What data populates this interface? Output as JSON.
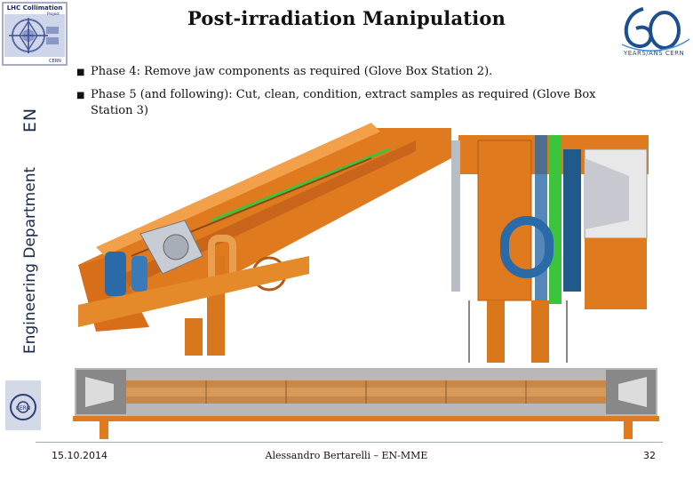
{
  "header": {
    "title": "Post-irradiation Manipulation",
    "lhc_logo": {
      "line1": "LHC Collimation",
      "line2": "Project",
      "line3": "CERN"
    },
    "anniversary_logo": {
      "caption": "YEARS/ANS CERN"
    }
  },
  "sidebar": {
    "abbrev": "EN",
    "department": "Engineering Department",
    "cern_logo_text": "CERN"
  },
  "bullets": [
    {
      "label": "Phase 4:",
      "text": "Remove jaw components as required (Glove Box Station 2)."
    },
    {
      "label": "Phase 5 (and following):",
      "text": "Cut, clean, condition, extract samples as required (Glove Box",
      "continuation": "Station 3)"
    }
  ],
  "images": {
    "left": "jaw-assembly-cad-render",
    "right": "glove-box-station-cad-render",
    "bottom": "collimator-jaw-side-view"
  },
  "colors": {
    "accent_orange": "#e07a1e",
    "brand_blue": "#1b4f8f",
    "highlight_green": "#3cc43c"
  },
  "footer": {
    "date": "15.10.2014",
    "author": "Alessandro Bertarelli – EN-MME",
    "page": "32"
  }
}
